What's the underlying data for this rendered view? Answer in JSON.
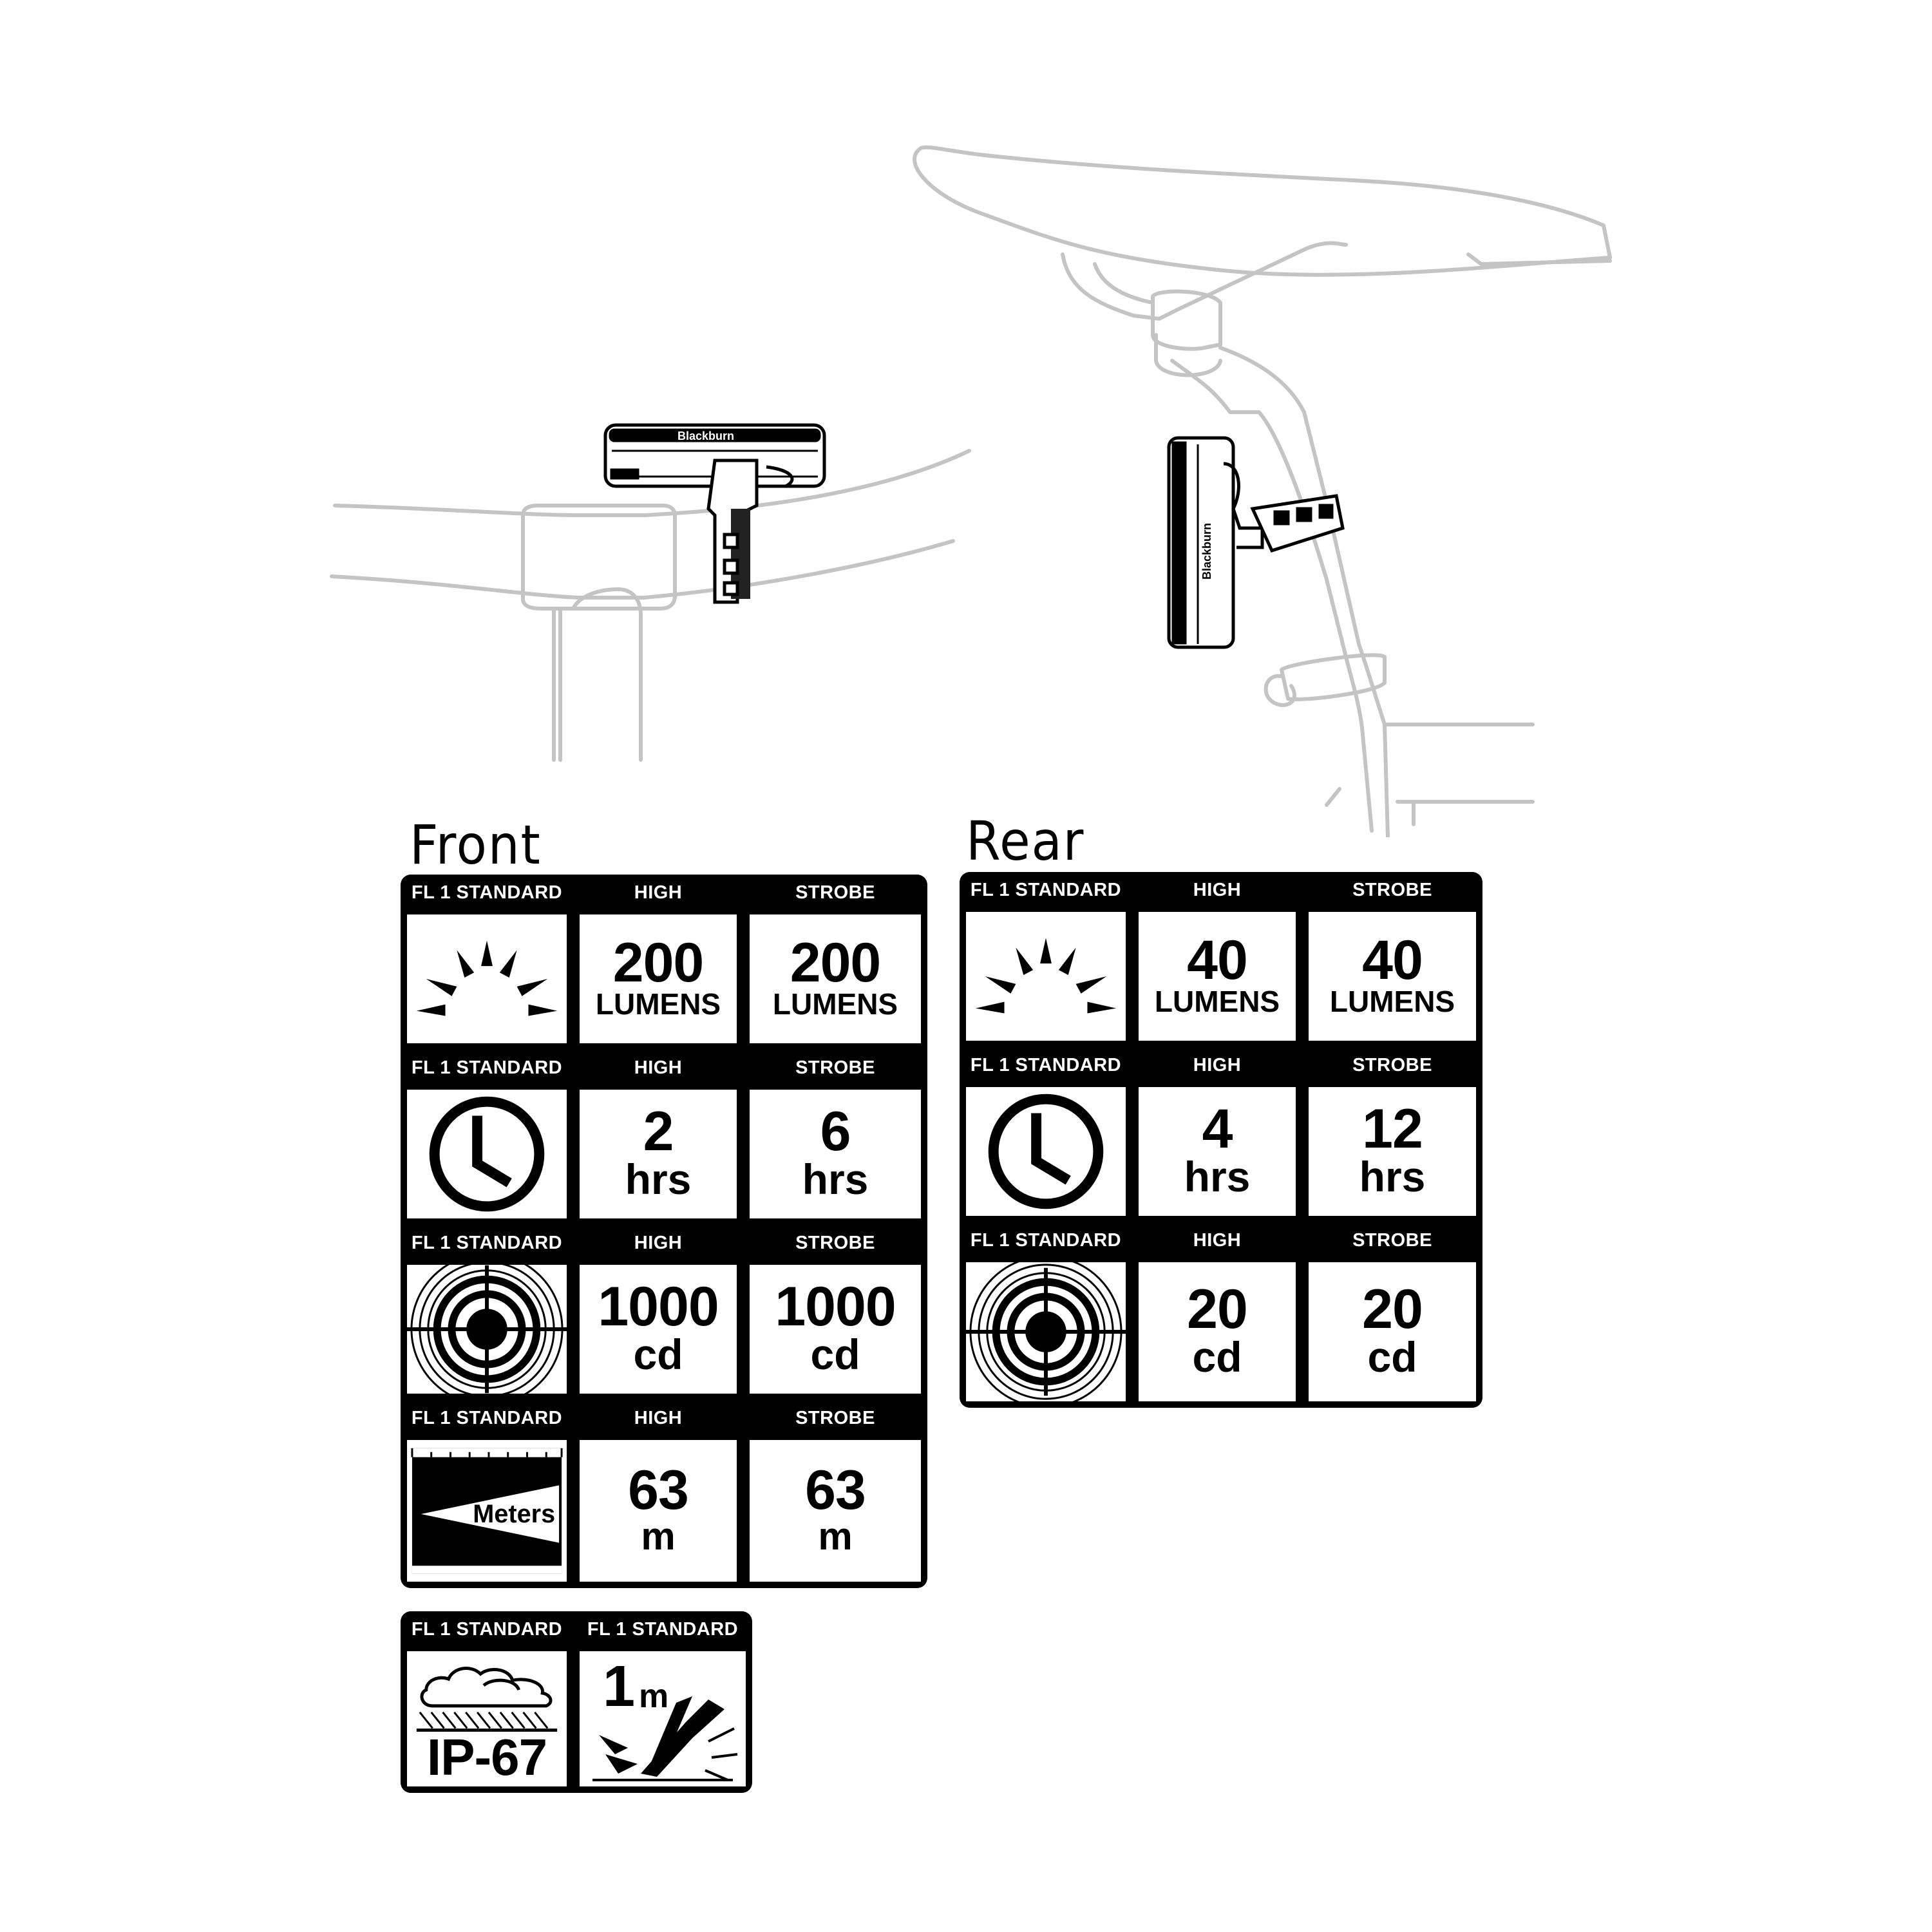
{
  "front": {
    "title": "Front",
    "rows": [
      {
        "icon": "brightness-icon",
        "label": "FL 1 STANDARD",
        "cols": [
          {
            "header": "HIGH",
            "value": "200",
            "unit": "LUMENS"
          },
          {
            "header": "STROBE",
            "value": "200",
            "unit": "LUMENS"
          }
        ]
      },
      {
        "icon": "clock-icon",
        "label": "FL 1 STANDARD",
        "cols": [
          {
            "header": "HIGH",
            "value": "2",
            "unit": "hrs"
          },
          {
            "header": "STROBE",
            "value": "6",
            "unit": "hrs"
          }
        ]
      },
      {
        "icon": "target-icon",
        "label": "FL 1 STANDARD",
        "cols": [
          {
            "header": "HIGH",
            "value": "1000",
            "unit": "cd"
          },
          {
            "header": "STROBE",
            "value": "1000",
            "unit": "cd"
          }
        ]
      },
      {
        "icon": "beam-distance-icon",
        "label": "FL 1 STANDARD",
        "icon_text": "Meters",
        "cols": [
          {
            "header": "HIGH",
            "value": "63",
            "unit": "m"
          },
          {
            "header": "STROBE",
            "value": "63",
            "unit": "m"
          }
        ]
      }
    ]
  },
  "rear": {
    "title": "Rear",
    "rows": [
      {
        "icon": "brightness-icon",
        "label": "FL 1 STANDARD",
        "cols": [
          {
            "header": "HIGH",
            "value": "40",
            "unit": "LUMENS"
          },
          {
            "header": "STROBE",
            "value": "40",
            "unit": "LUMENS"
          }
        ]
      },
      {
        "icon": "clock-icon",
        "label": "FL 1 STANDARD",
        "cols": [
          {
            "header": "HIGH",
            "value": "4",
            "unit": "hrs"
          },
          {
            "header": "STROBE",
            "value": "12",
            "unit": "hrs"
          }
        ]
      },
      {
        "icon": "target-icon",
        "label": "FL 1 STANDARD",
        "cols": [
          {
            "header": "HIGH",
            "value": "20",
            "unit": "cd"
          },
          {
            "header": "STROBE",
            "value": "20",
            "unit": "cd"
          }
        ]
      }
    ]
  },
  "extras": [
    {
      "icon": "water-resistance-icon",
      "label": "FL 1 STANDARD",
      "value": "IP-67"
    },
    {
      "icon": "impact-resistance-icon",
      "label": "FL 1 STANDARD",
      "value": "1",
      "unit": "m"
    }
  ],
  "illustration": {
    "front_light_brand": "Blackburn",
    "rear_light_brand": "Blackburn",
    "line_color": "#c8c8c8"
  }
}
